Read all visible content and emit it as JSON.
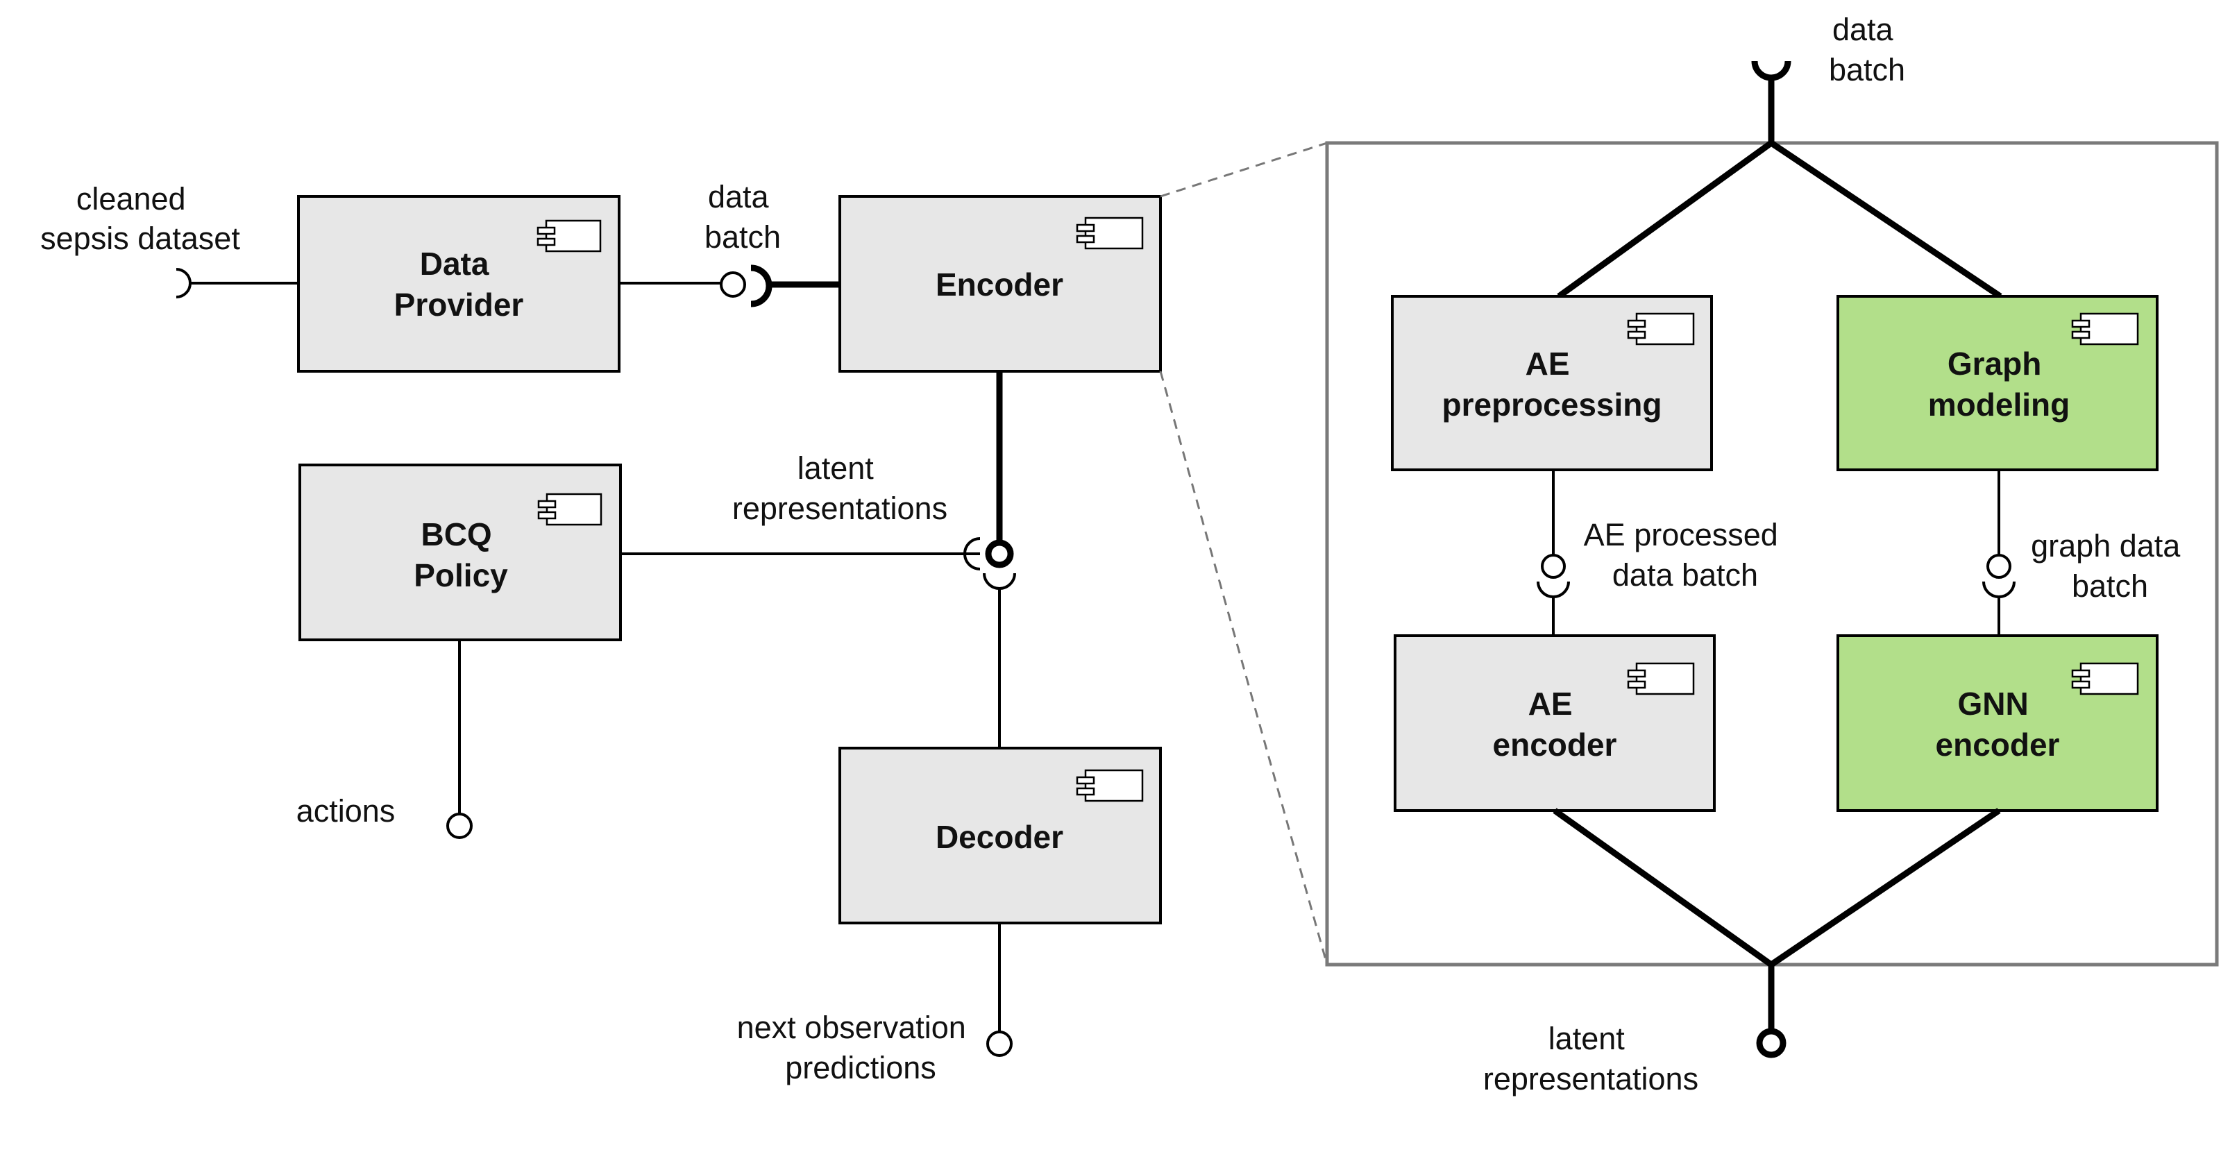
{
  "components": {
    "data_provider": {
      "line1": "Data",
      "line2": "Provider",
      "color": "#e7e7e7"
    },
    "encoder": {
      "line1": "Encoder",
      "color": "#e7e7e7"
    },
    "bcq_policy": {
      "line1": "BCQ",
      "line2": "Policy",
      "color": "#e7e7e7"
    },
    "decoder": {
      "line1": "Decoder",
      "color": "#e7e7e7"
    },
    "ae_preprocessing": {
      "line1": "AE",
      "line2": "preprocessing",
      "color": "#e7e7e7"
    },
    "graph_modeling": {
      "line1": "Graph",
      "line2": "modeling",
      "color": "#b2df8a"
    },
    "ae_encoder": {
      "line1": "AE",
      "line2": "encoder",
      "color": "#e7e7e7"
    },
    "gnn_encoder": {
      "line1": "GNN",
      "line2": "encoder",
      "color": "#b2df8a"
    }
  },
  "labels": {
    "cleaned_dataset": {
      "line1": "cleaned",
      "line2": "sepsis dataset"
    },
    "data_batch": {
      "line1": "data",
      "line2": "batch"
    },
    "latent_representations": {
      "line1": "latent",
      "line2": "representations"
    },
    "actions": "actions",
    "next_observation_predictions": {
      "line1": "next observation",
      "line2": "predictions"
    },
    "detail_data_batch": {
      "line1": "data",
      "line2": "batch"
    },
    "ae_processed_data_batch": {
      "line1": "AE processed",
      "line2": "data batch"
    },
    "graph_data_batch": {
      "line1": "graph data",
      "line2": "batch"
    },
    "detail_latent_representations": {
      "line1": "latent",
      "line2": "representations"
    }
  },
  "icons": {
    "component": "uml-component-icon",
    "provided_interface": "lollipop-icon",
    "required_interface": "socket-icon"
  }
}
